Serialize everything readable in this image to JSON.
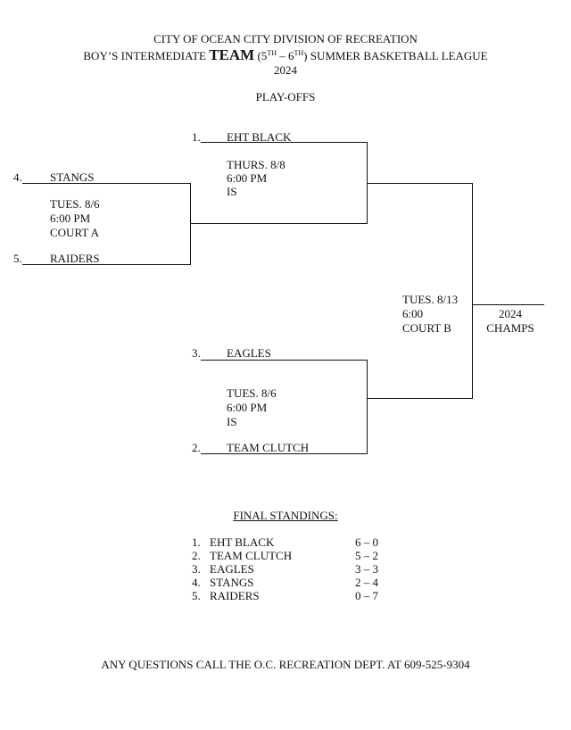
{
  "header": {
    "line1": "CITY OF OCEAN CITY DIVISION OF RECREATION",
    "line2_pre": "BOY’S INTERMEDIATE ",
    "line2_team": "TEAM",
    "line2_paren_open": " (5",
    "line2_sup1": "TH",
    "line2_dash": " – 6",
    "line2_sup2": "TH",
    "line2_post": ") SUMMER BASKETBALL LEAGUE",
    "year": "2024",
    "playoffs": "PLAY-OFFS"
  },
  "bracket": {
    "seed1_num": "1.",
    "seed1_team": "EHT BLACK",
    "game1_date": "THURS. 8/8",
    "game1_time": "6:00 PM",
    "game1_loc": "IS",
    "seed4_num": "4.",
    "seed4_team": "STANGS",
    "game0_date": "TUES. 8/6",
    "game0_time": "6:00 PM",
    "game0_loc": "COURT A",
    "seed5_num": "5.",
    "seed5_team": "RAIDERS",
    "seed3_num": "3.",
    "seed3_team": "EAGLES",
    "game2_date": "TUES. 8/6",
    "game2_time": "6:00 PM",
    "game2_loc": "IS",
    "seed2_num": "2.",
    "seed2_team": "TEAM CLUTCH",
    "final_date": "TUES. 8/13",
    "final_time": "6:00",
    "final_loc": "COURT B",
    "champs_year": "2024",
    "champs_label": "CHAMPS"
  },
  "standings": {
    "title": "FINAL STANDINGS:",
    "rows": [
      {
        "rank": "1.",
        "team": "EHT BLACK",
        "record": "6 – 0"
      },
      {
        "rank": "2.",
        "team": "TEAM CLUTCH",
        "record": "5 – 2"
      },
      {
        "rank": "3.",
        "team": "EAGLES",
        "record": "3 – 3"
      },
      {
        "rank": "4.",
        "team": "STANGS",
        "record": "2 – 4"
      },
      {
        "rank": "5.",
        "team": "RAIDERS",
        "record": "0 – 7"
      }
    ]
  },
  "footer": {
    "contact": "ANY QUESTIONS CALL THE O.C. RECREATION DEPT. AT 609-525-9304"
  }
}
